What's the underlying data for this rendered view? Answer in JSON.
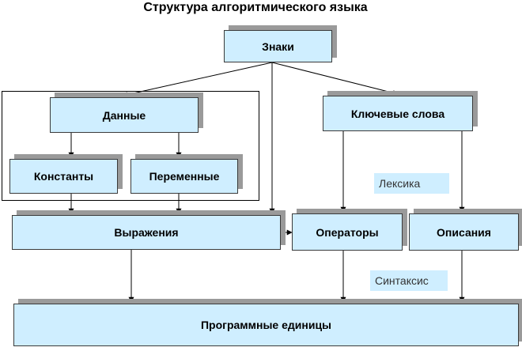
{
  "title": "Структура алгоритмического языка",
  "nodes": {
    "signs": "Знаки",
    "data": "Данные",
    "keywords": "Ключевые слова",
    "constants": "Константы",
    "variables": "Переменные",
    "expressions": "Выражения",
    "operators": "Операторы",
    "descriptions": "Описания",
    "program_units": "Программные единицы"
  },
  "labels": {
    "lexis": "Лексика",
    "syntax": "Синтаксис"
  },
  "colors": {
    "node_fill": "#cfeeff",
    "node_border": "#3a3a3a",
    "shadow": "#9a9a9a"
  }
}
